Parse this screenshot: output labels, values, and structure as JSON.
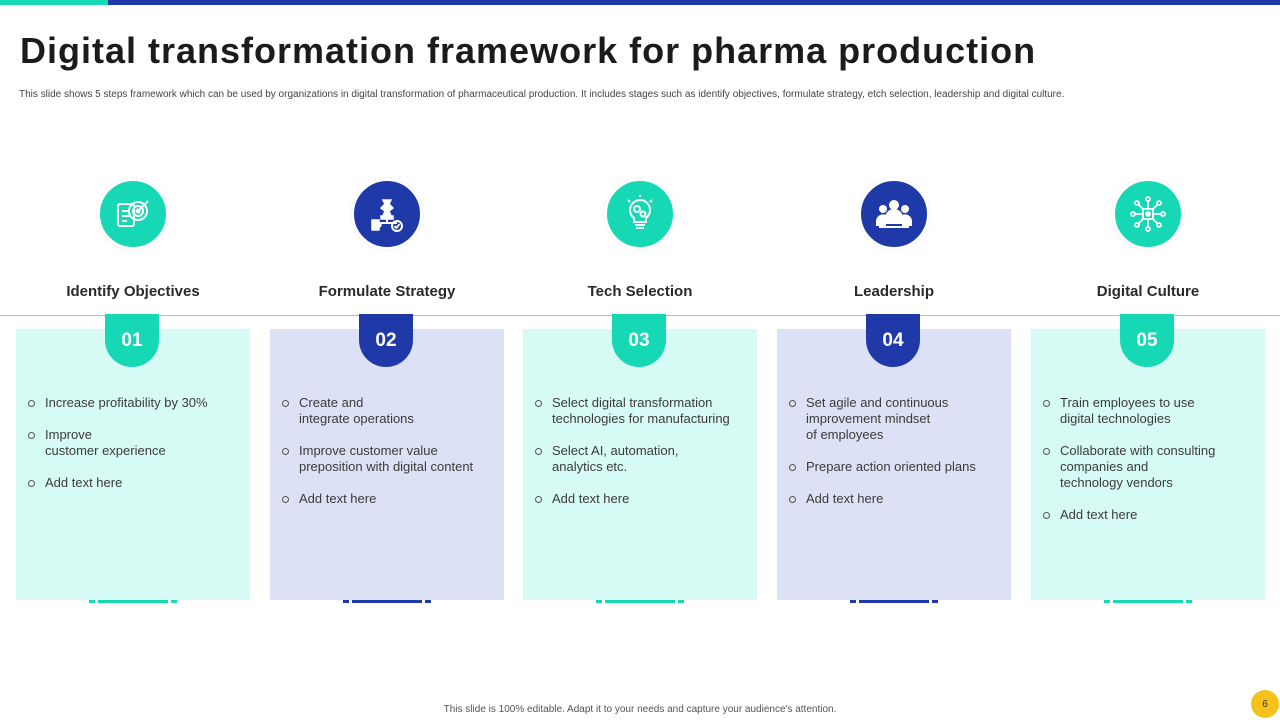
{
  "title": "Digital transformation framework for pharma production",
  "subtitle": "This slide shows 5 steps framework which can be used by organizations in digital transformation of pharmaceutical production. It includes stages such as identify objectives, formulate strategy, etch selection, leadership and digital culture.",
  "colors": {
    "teal": "#17d8b5",
    "blue": "#1f3aa8",
    "teal_light": "#d6fbf4",
    "blue_light": "#dce1f5"
  },
  "steps": [
    {
      "number": "01",
      "title": "Identify Objectives",
      "icon": "target-checklist-icon",
      "bullets": [
        "Increase profitability  by 30%",
        "Improve\ncustomer experience",
        "Add text here"
      ]
    },
    {
      "number": "02",
      "title": "Formulate Strategy",
      "icon": "chess-strategy-icon",
      "bullets": [
        "Create and\nintegrate operations",
        "Improve  customer value\npreposition with digital content",
        "Add text here"
      ]
    },
    {
      "number": "03",
      "title": "Tech Selection",
      "icon": "lightbulb-gears-icon",
      "bullets": [
        "Select digital transformation\ntechnologies for manufacturing",
        "Select AI, automation,\nanalytics etc.",
        "Add text here"
      ]
    },
    {
      "number": "04",
      "title": "Leadership",
      "icon": "team-leader-icon",
      "bullets": [
        "Set agile and continuous\nimprovement  mindset\nof employees",
        "Prepare  action oriented plans",
        "Add text here"
      ]
    },
    {
      "number": "05",
      "title": "Digital Culture",
      "icon": "network-hub-icon",
      "bullets": [
        "Train  employees to use\ndigital technologies",
        "Collaborate  with consulting\ncompanies and\ntechnology vendors",
        "Add text here"
      ]
    }
  ],
  "footer": "This slide is 100% editable.  Adapt it to your needs and capture your audience's attention.",
  "page_number": "6"
}
